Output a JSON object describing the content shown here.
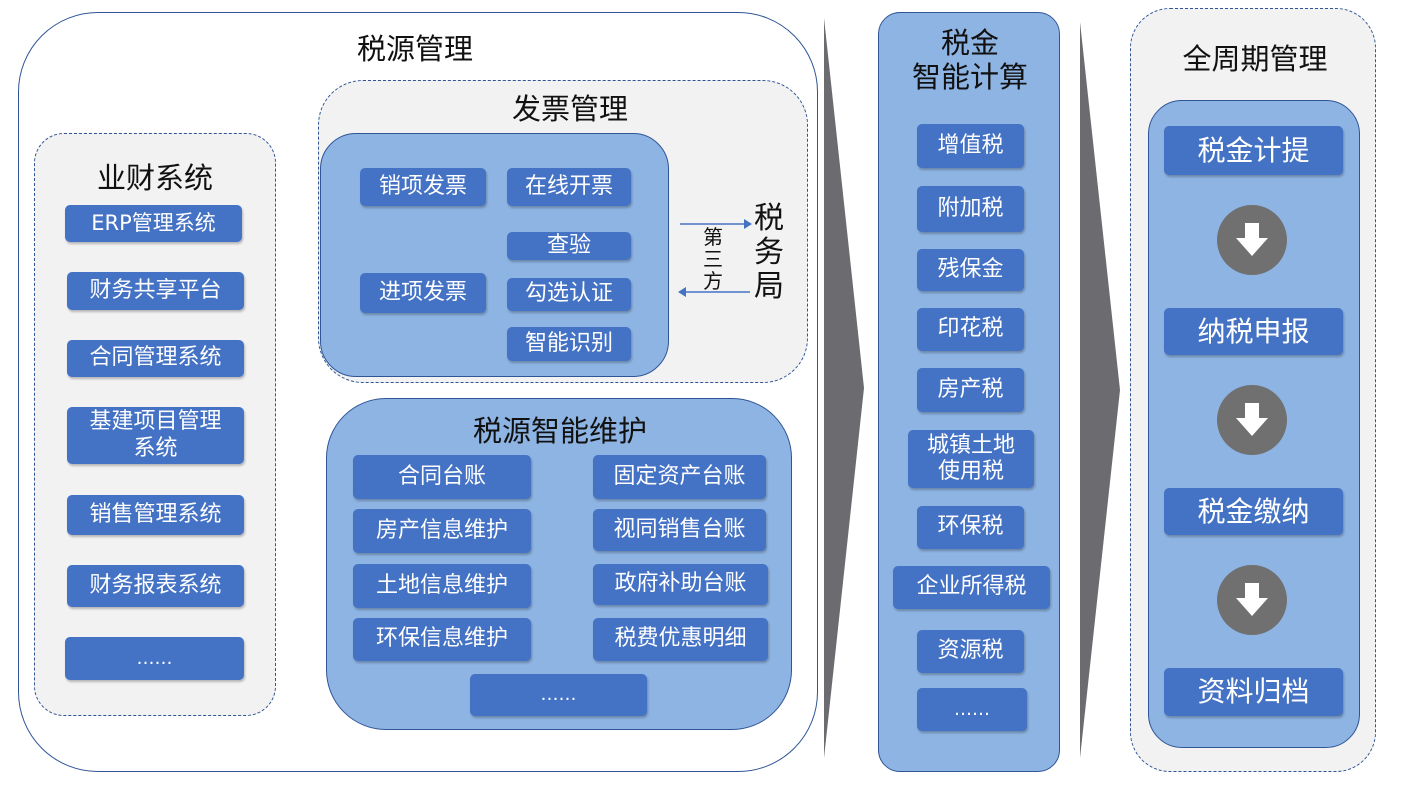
{
  "tax_source": {
    "title": "税源管理",
    "business_finance": {
      "title": "业财系统",
      "items": [
        "ERP管理系统",
        "财务共享平台",
        "合同管理系统",
        "基建项目管理系统",
        "销售管理系统",
        "财务报表系统",
        "……"
      ]
    },
    "invoice": {
      "title": "发票管理",
      "output_invoice": "销项发票",
      "input_invoice": "进项发票",
      "online_invoicing": "在线开票",
      "check": "查验",
      "select_certify": "勾选认证",
      "smart_recognize": "智能识别",
      "third_party": "第三方",
      "tax_bureau": "税务局"
    },
    "maintenance": {
      "title": "税源智能维护",
      "items": [
        "合同台账",
        "固定资产台账",
        "房产信息维护",
        "视同销售台账",
        "土地信息维护",
        "政府补助台账",
        "环保信息维护",
        "税费优惠明细"
      ],
      "more": "……"
    }
  },
  "tax_calc": {
    "title_line1": "税金",
    "title_line2": "智能计算",
    "items": [
      "增值税",
      "附加税",
      "残保金",
      "印花税",
      "房产税",
      "城镇土地使用税",
      "环保税",
      "企业所得税",
      "资源税",
      "……"
    ]
  },
  "lifecycle": {
    "title": "全周期管理",
    "steps": [
      "税金计提",
      "纳税申报",
      "税金缴纳",
      "资料归档"
    ]
  },
  "colors": {
    "button": "#4472c4",
    "panel_blue": "#8eb4e3",
    "border": "#2f5597",
    "panel_gray": "#f2f2f2",
    "chevron": "#6b6b70"
  }
}
